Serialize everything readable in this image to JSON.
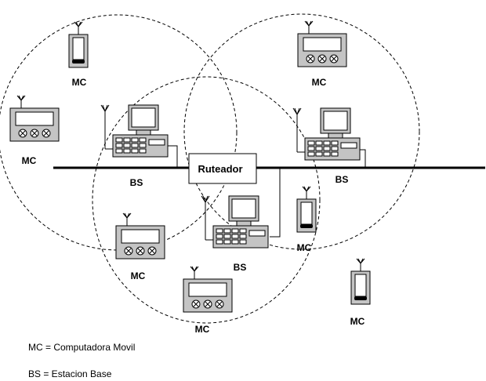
{
  "diagram": {
    "router_label": "Ruteador",
    "mc_label": "MC",
    "bs_label": "BS",
    "legend": [
      "MC = Computadora Movil",
      "BS = Estacion Base"
    ]
  }
}
